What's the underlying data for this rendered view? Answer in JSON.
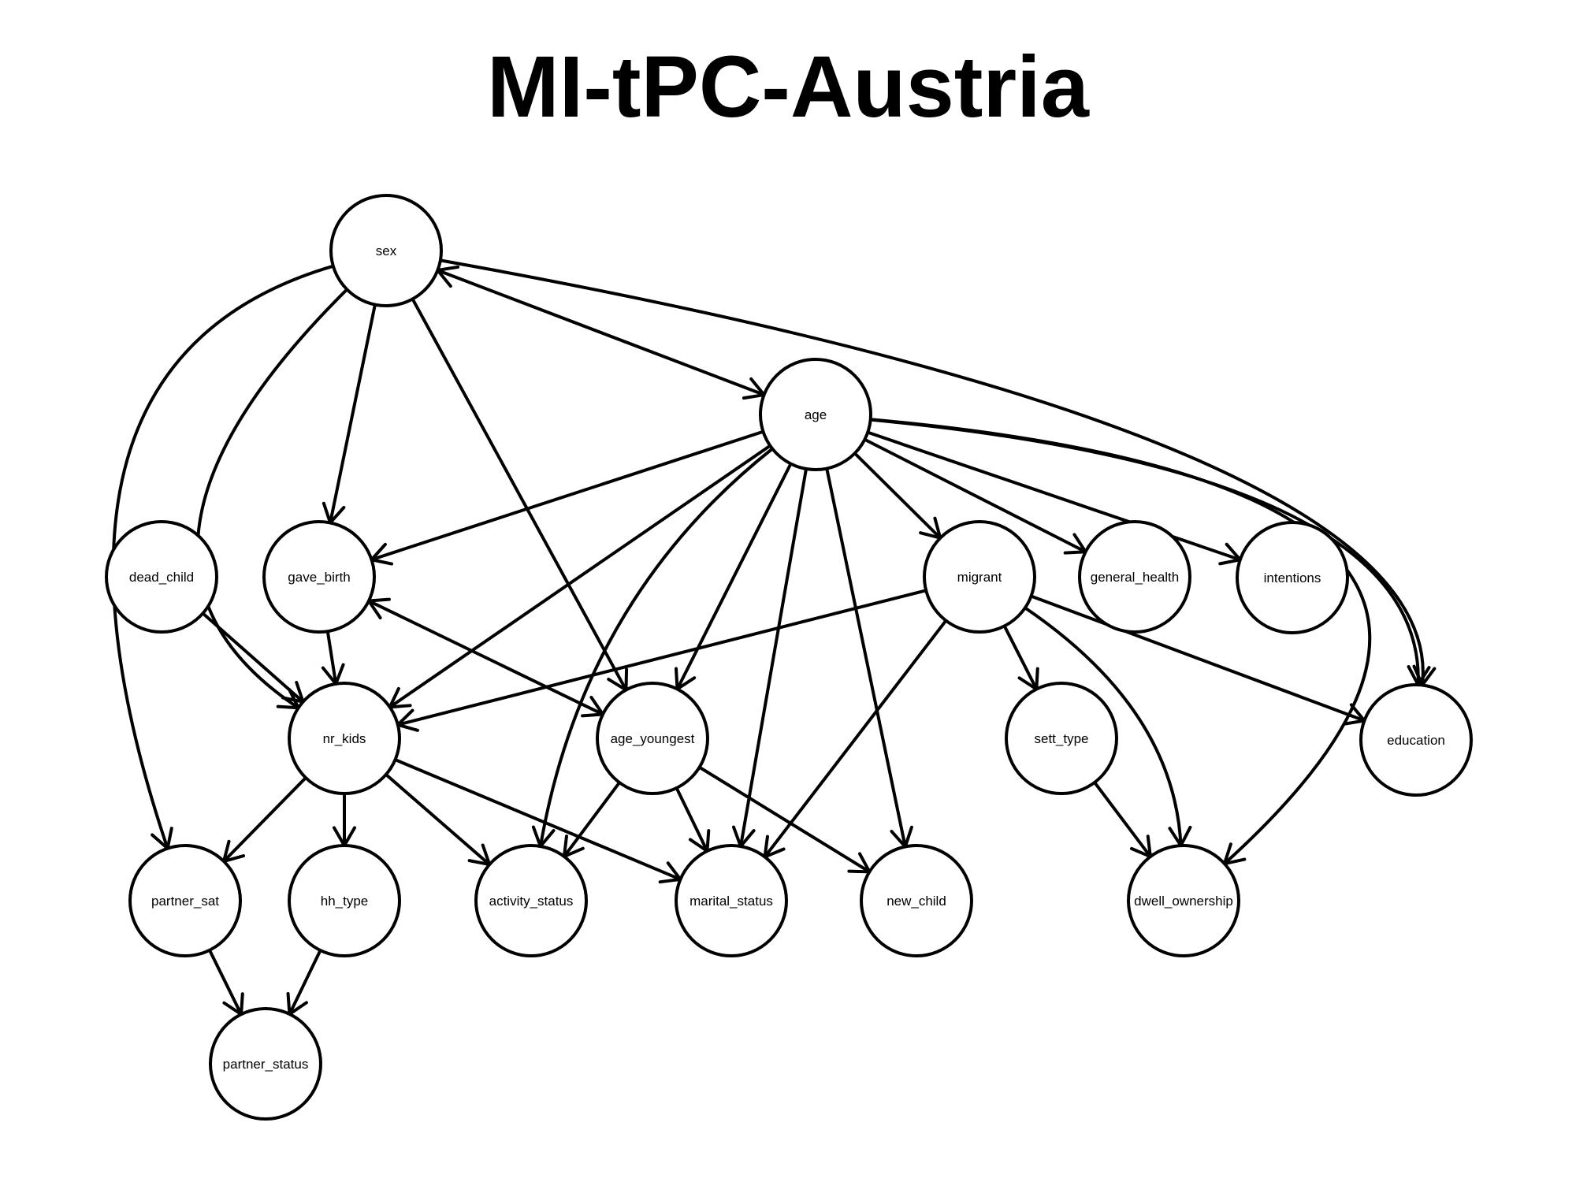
{
  "title": "MI-tPC-Austria",
  "colors": {
    "stroke": "#000000",
    "background": "#ffffff"
  },
  "nodes": [
    {
      "id": "sex",
      "label": "sex"
    },
    {
      "id": "age",
      "label": "age"
    },
    {
      "id": "dead_child",
      "label": "dead_child"
    },
    {
      "id": "gave_birth",
      "label": "gave_birth"
    },
    {
      "id": "migrant",
      "label": "migrant"
    },
    {
      "id": "general_health",
      "label": "general_health"
    },
    {
      "id": "intentions",
      "label": "intentions"
    },
    {
      "id": "nr_kids",
      "label": "nr_kids"
    },
    {
      "id": "age_youngest",
      "label": "age_youngest"
    },
    {
      "id": "sett_type",
      "label": "sett_type"
    },
    {
      "id": "education",
      "label": "education"
    },
    {
      "id": "partner_sat",
      "label": "partner_sat"
    },
    {
      "id": "hh_type",
      "label": "hh_type"
    },
    {
      "id": "activity_status",
      "label": "activity_status"
    },
    {
      "id": "marital_status",
      "label": "marital_status"
    },
    {
      "id": "new_child",
      "label": "new_child"
    },
    {
      "id": "dwell_ownership",
      "label": "dwell_ownership"
    },
    {
      "id": "partner_status",
      "label": "partner_status"
    }
  ],
  "edges": [
    {
      "from": "sex",
      "to": "age",
      "bidirected": true
    },
    {
      "from": "sex",
      "to": "gave_birth"
    },
    {
      "from": "sex",
      "to": "age_youngest"
    },
    {
      "from": "sex",
      "to": "nr_kids"
    },
    {
      "from": "sex",
      "to": "partner_sat"
    },
    {
      "from": "sex",
      "to": "education"
    },
    {
      "from": "age",
      "to": "gave_birth"
    },
    {
      "from": "age",
      "to": "nr_kids"
    },
    {
      "from": "age",
      "to": "age_youngest"
    },
    {
      "from": "age",
      "to": "activity_status"
    },
    {
      "from": "age",
      "to": "marital_status"
    },
    {
      "from": "age",
      "to": "new_child"
    },
    {
      "from": "age",
      "to": "migrant"
    },
    {
      "from": "age",
      "to": "general_health"
    },
    {
      "from": "age",
      "to": "intentions"
    },
    {
      "from": "age",
      "to": "education"
    },
    {
      "from": "age",
      "to": "dwell_ownership"
    },
    {
      "from": "dead_child",
      "to": "nr_kids"
    },
    {
      "from": "gave_birth",
      "to": "nr_kids"
    },
    {
      "from": "gave_birth",
      "to": "age_youngest",
      "bidirected": true
    },
    {
      "from": "migrant",
      "to": "nr_kids"
    },
    {
      "from": "migrant",
      "to": "marital_status"
    },
    {
      "from": "migrant",
      "to": "sett_type"
    },
    {
      "from": "migrant",
      "to": "dwell_ownership"
    },
    {
      "from": "migrant",
      "to": "education"
    },
    {
      "from": "nr_kids",
      "to": "partner_sat"
    },
    {
      "from": "nr_kids",
      "to": "hh_type"
    },
    {
      "from": "nr_kids",
      "to": "activity_status"
    },
    {
      "from": "nr_kids",
      "to": "marital_status"
    },
    {
      "from": "age_youngest",
      "to": "activity_status"
    },
    {
      "from": "age_youngest",
      "to": "marital_status"
    },
    {
      "from": "age_youngest",
      "to": "new_child"
    },
    {
      "from": "sett_type",
      "to": "dwell_ownership"
    },
    {
      "from": "partner_sat",
      "to": "partner_status"
    },
    {
      "from": "hh_type",
      "to": "partner_status"
    }
  ]
}
